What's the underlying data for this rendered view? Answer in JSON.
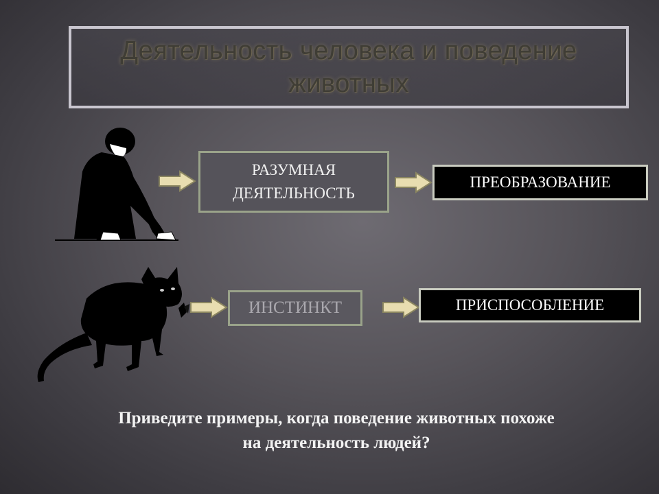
{
  "title": {
    "line1": "Деятельность человека и поведение",
    "line2": "животных"
  },
  "diagram": {
    "human_row": {
      "figure_icon": "human-silhouette-icon",
      "middle": [
        "РАЗУМНАЯ",
        "ДЕЯТЕЛЬНОСТЬ"
      ],
      "result": "ПРЕОБРАЗОВАНИЕ"
    },
    "animal_row": {
      "figure_icon": "cat-silhouette-icon",
      "middle": "ИНСТИНКТ",
      "result": "ПРИСПОСОБЛЕНИЕ"
    },
    "arrow_icon": "right-arrow-icon"
  },
  "question": {
    "line1": "Приведите примеры, когда поведение животных похоже",
    "line2": "на деятельность людей?"
  },
  "colors": {
    "arrow_fill": "#e8ddb0",
    "arrow_stroke": "#8a8560",
    "grey_box_border": "#9aa38a",
    "black_box_border": "#c9ccc0"
  }
}
